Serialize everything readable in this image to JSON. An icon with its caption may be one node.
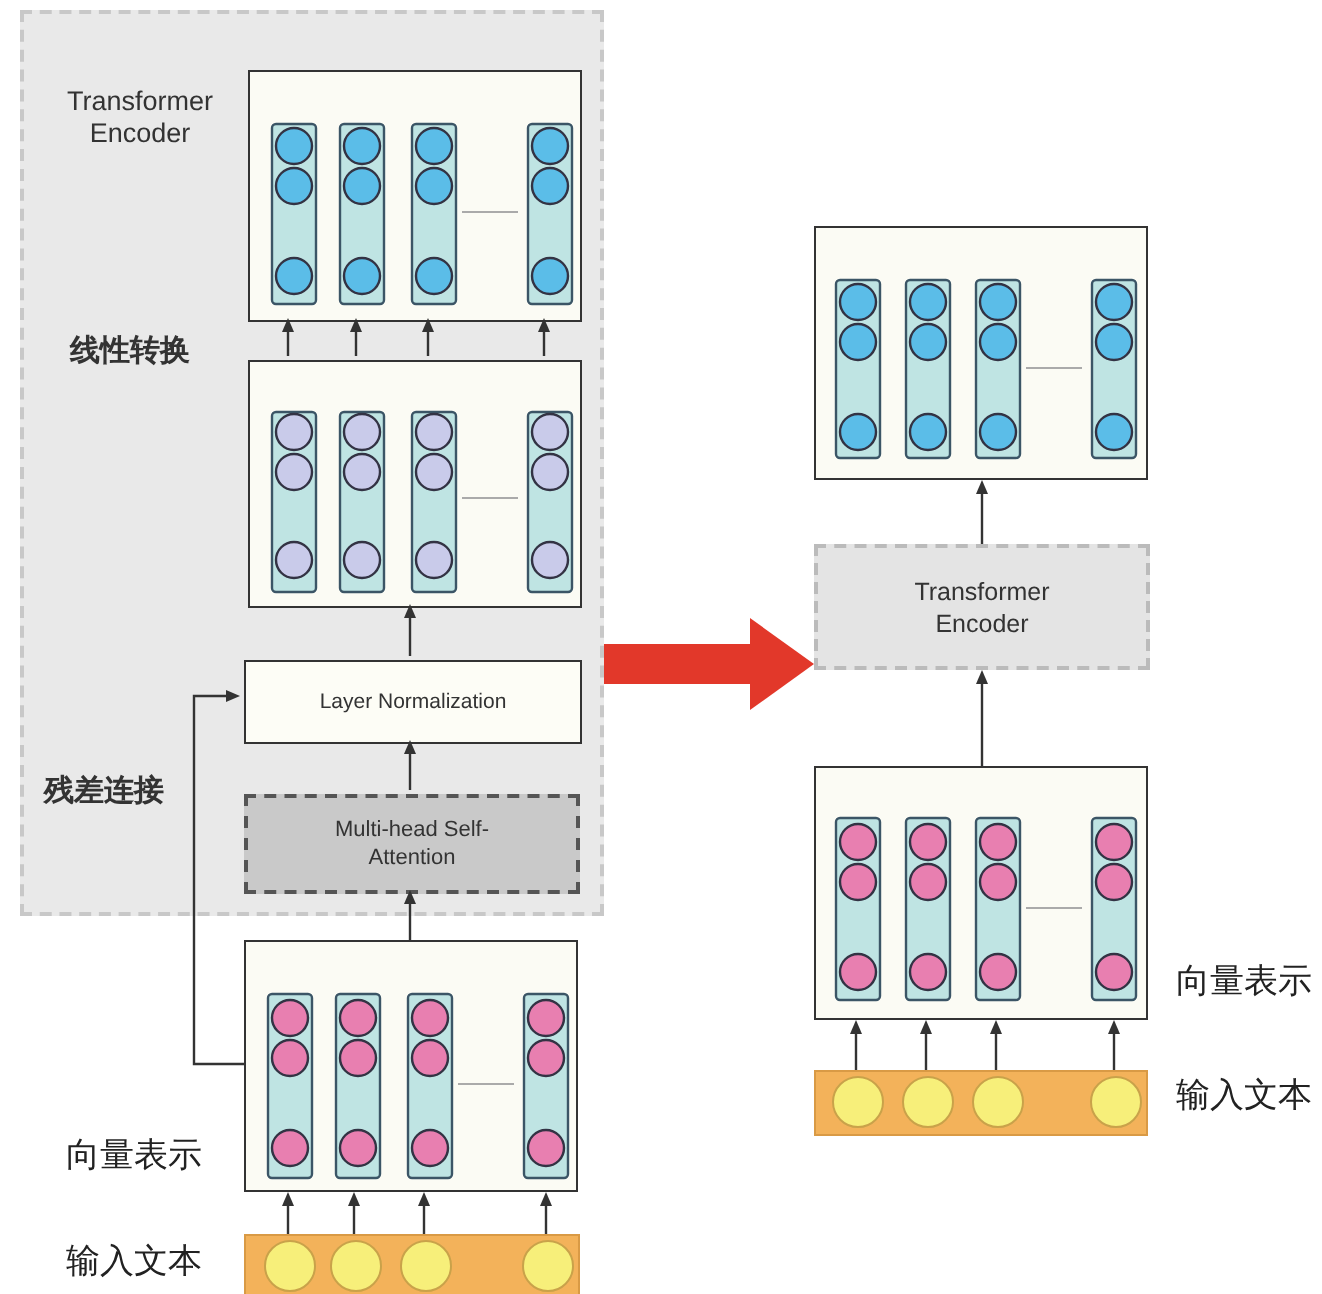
{
  "diagram": {
    "nodes": [
      {
        "text": [
          "Transformer Encoder"
        ]
      },
      {
        "text": [],
        "shape": "box",
        "in": 0
      },
      {
        "text": [],
        "shape": "box",
        "in": 0
      },
      {
        "text": [
          "Layer Normalization"
        ],
        "in": 0
      },
      {
        "text": [
          "Multi-head Self-Attention"
        ],
        "in": 0
      },
      {
        "text": [],
        "shape": "box",
        "beside": [
          "向量表示"
        ]
      },
      {
        "text": [],
        "shape": "bar",
        "beside": [
          "输入文本"
        ]
      },
      {
        "text": [],
        "shape": "box"
      },
      {
        "text": [
          "Transformer Encoder"
        ]
      },
      {
        "text": [],
        "shape": "box",
        "beside": [
          "向量表示"
        ]
      },
      {
        "text": [],
        "shape": "bar",
        "beside": [
          "输入文本"
        ]
      }
    ],
    "edges": [
      {
        "from": 2,
        "to": 1,
        "arrow": "to"
      },
      {
        "from": 2,
        "to": 1,
        "arrow": "to"
      },
      {
        "from": 2,
        "to": 1,
        "arrow": "to"
      },
      {
        "from": 2,
        "to": 1,
        "arrow": "to"
      },
      {
        "from": 3,
        "to": 2,
        "arrow": "to"
      },
      {
        "from": 4,
        "to": 3,
        "arrow": "to"
      },
      {
        "from": 5,
        "to": 4,
        "arrow": "to"
      },
      {
        "from": 5,
        "to": 3,
        "arrow": "to"
      },
      {
        "from": 6,
        "to": 5,
        "arrow": "to"
      },
      {
        "from": 6,
        "to": 5,
        "arrow": "to"
      },
      {
        "from": 6,
        "to": 5,
        "arrow": "to"
      },
      {
        "from": 6,
        "to": 5,
        "arrow": "to"
      },
      {
        "from": 0,
        "to": 8,
        "arrow": "to",
        "style": "thick",
        "color": "#e2382a"
      },
      {
        "from": 8,
        "to": 7,
        "arrow": "to"
      },
      {
        "from": 9,
        "to": 8,
        "arrow": "to"
      },
      {
        "from": 10,
        "to": 9,
        "arrow": "to"
      },
      {
        "from": 10,
        "to": 9,
        "arrow": "to"
      },
      {
        "from": 10,
        "to": 9,
        "arrow": "to"
      },
      {
        "from": 10,
        "to": 9,
        "arrow": "to"
      }
    ],
    "labels": [
      "线性转换",
      "残差连接"
    ]
  }
}
